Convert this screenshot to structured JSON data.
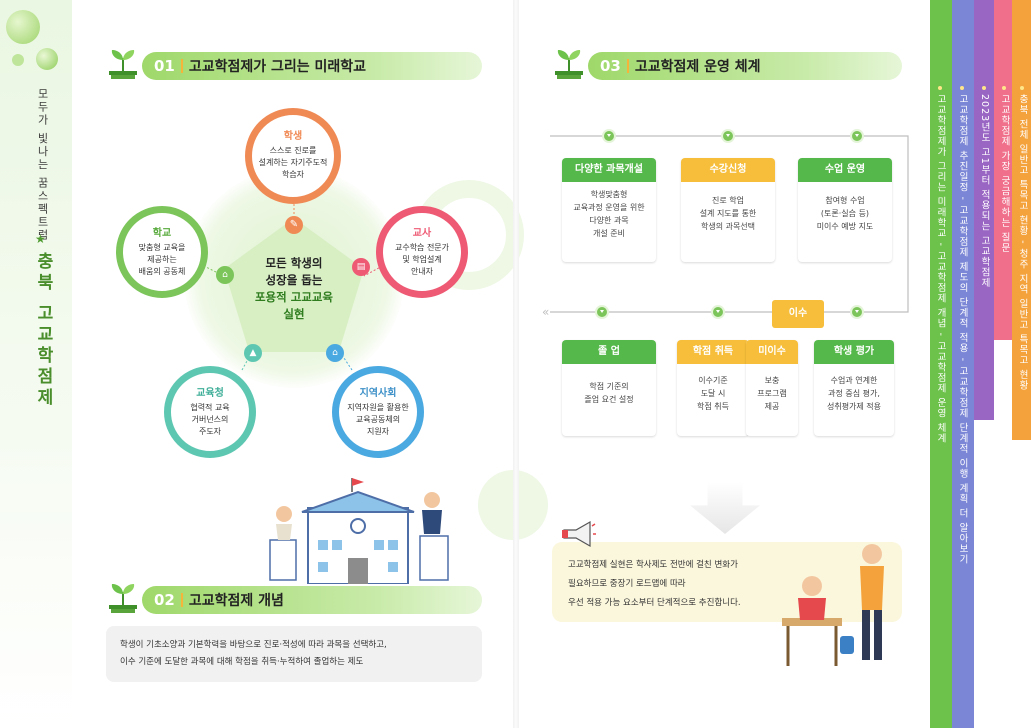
{
  "left_strip": {
    "subtitle": "모두가 빛나는 꿈스펙트럼",
    "star": "★",
    "title": "충북 고교학점제"
  },
  "section1": {
    "number": "01",
    "title": "고교학점제가 그리는 미래학교"
  },
  "section2": {
    "number": "02",
    "title": "고교학점제 개념",
    "description_line1": "학생이 기초소양과 기본학력을 바탕으로 진로·적성에 따라 과목을 선택하고,",
    "description_line2": "이수 기준에 도달한 과목에 대해 학점을 취득·누적하여 졸업하는 제도"
  },
  "section3": {
    "number": "03",
    "title": "고교학점제 운영 체계"
  },
  "vision": {
    "center_line1": "모든 학생의",
    "center_line2": "성장을 돕는",
    "center_line3": "포용적 고교교육",
    "center_line4": "실현",
    "student": {
      "title": "학생",
      "line1": "스스로 진로를",
      "line2": "설계하는 자기주도적",
      "line3": "학습자",
      "color": "#f08a55"
    },
    "teacher": {
      "title": "교사",
      "line1": "교수학습 전문가",
      "line2": "및 학업설계",
      "line3": "안내자",
      "color": "#ee5a73"
    },
    "school": {
      "title": "학교",
      "line1": "맞춤형 교육을",
      "line2": "제공하는",
      "line3": "배움의 공동체",
      "color": "#7cc55a"
    },
    "office": {
      "title": "교육청",
      "line1": "협력적 교육",
      "line2": "거버넌스의",
      "line3": "주도자",
      "color": "#5ec7b2"
    },
    "community": {
      "title": "지역사회",
      "line1": "지역자원을 활용한",
      "line2": "교육공동체의",
      "line3": "지원자",
      "color": "#4aa9e0"
    }
  },
  "flow": {
    "row1": [
      {
        "head": "다양한 과목개설",
        "lines": [
          "학생맞춤형",
          "교육과정 운영을 위한",
          "다양한 과목",
          "개설 준비"
        ],
        "color": "#55b84a"
      },
      {
        "head": "수강신청",
        "lines": [
          "진로 학업",
          "설계 지도를 통한",
          "학생의 과목선택"
        ],
        "color": "#f6be3a"
      },
      {
        "head": "수업 운영",
        "lines": [
          "참여형 수업",
          "(토론·실습 등)",
          "미이수 예방 지도"
        ],
        "color": "#55b84a"
      }
    ],
    "row2": [
      {
        "head": "졸 업",
        "lines": [
          "학점 기준의",
          "졸업 요건 설정"
        ],
        "color": "#55b84a"
      },
      {
        "head": "학점 취득",
        "lines": [
          "이수기준",
          "도달 시",
          "학점 취득"
        ],
        "color": "#f6be3a"
      },
      {
        "head": "미이수",
        "lines": [
          "보충",
          "프로그램",
          "제공"
        ],
        "color": "#f6be3a"
      },
      {
        "head": "학생 평가",
        "lines": [
          "수업과 연계한",
          "과정 중심 평가,",
          "성취평가제 적용"
        ],
        "color": "#55b84a"
      }
    ],
    "isu_label": "이수"
  },
  "note": {
    "line1": "고교학점제 실현은 학사제도 전반에 걸친 변화가",
    "line2": "필요하므로 중장기 로드맵에 따라",
    "line3": "우선 적용 가능 요소부터 단계적으로 추진합니다."
  },
  "tabs": [
    {
      "label": "고교학점제가 그리는 미래학교 - 고교학점제 개념 - 고교학점제 운영 체계",
      "color": "#6cc24a"
    },
    {
      "label": "고교학점제 추진일정 - 고교학점제 제도의 단계적 적용 - 고교학점제 단계적 이행 계획 더 알아보기",
      "color": "#7b86d6"
    },
    {
      "label": "2023년도 고1부터 적용되는 고교학점제",
      "color": "#9a66c4"
    },
    {
      "label": "고교학점제 가장 궁금해하는 질문",
      "color": "#f06f8a"
    },
    {
      "label": "충북 전체 일반고 특목고 현황 - 청주 지역 일반고 특목고 현황",
      "color": "#f4a23c"
    }
  ]
}
